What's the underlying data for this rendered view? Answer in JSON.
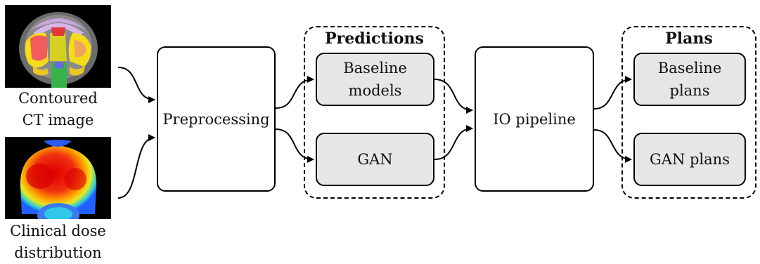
{
  "inputs": {
    "ct_caption": [
      "Contoured",
      "CT image"
    ],
    "dose_caption": [
      "Clinical dose",
      "distribution"
    ]
  },
  "nodes": {
    "preprocessing": "Preprocessing",
    "baseline_models": [
      "Baseline",
      "models"
    ],
    "gan": "GAN",
    "io_pipeline": "IO pipeline",
    "baseline_plans": [
      "Baseline",
      "plans"
    ],
    "gan_plans": "GAN plans"
  },
  "groups": {
    "predictions": "Predictions",
    "plans": "Plans"
  },
  "colors": {
    "box_fill": "#e6e6e6",
    "border": "#000000"
  }
}
